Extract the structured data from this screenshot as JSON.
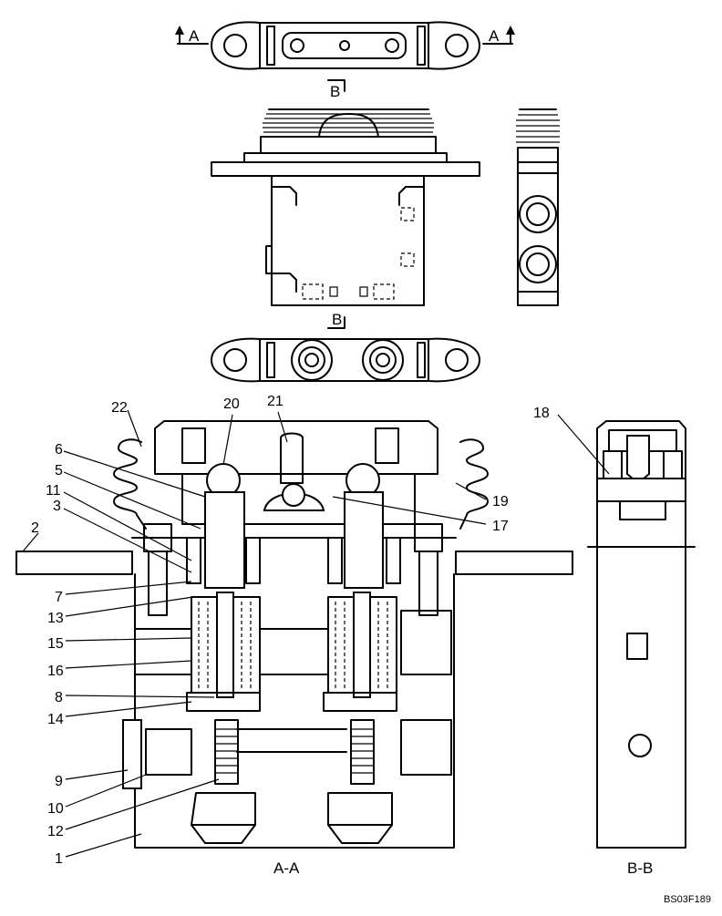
{
  "drawing": {
    "code": "BS03F189",
    "section_aa_label": "A-A",
    "section_bb_label": "B-B",
    "cut_a_left": "A",
    "cut_a_right": "A",
    "cut_b_top": "B",
    "cut_b_bottom": "B"
  },
  "callouts": [
    "1",
    "2",
    "3",
    "5",
    "6",
    "7",
    "8",
    "9",
    "10",
    "11",
    "12",
    "13",
    "14",
    "15",
    "16",
    "17",
    "18",
    "19",
    "20",
    "21",
    "22"
  ]
}
